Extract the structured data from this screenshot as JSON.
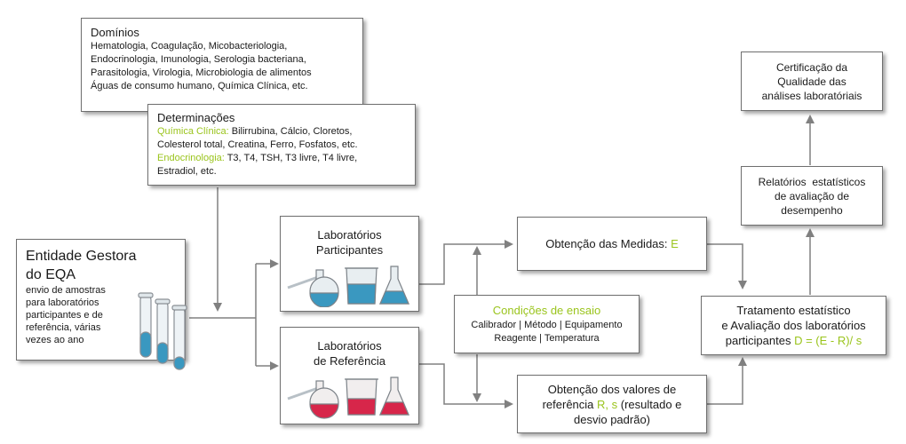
{
  "colors": {
    "accent_green": "#9ac41c",
    "border": "#6f6f6f",
    "arrow": "#808080",
    "liquid_blue": "#3a98c0",
    "liquid_red": "#d7264a"
  },
  "dominios": {
    "title": "Domínios",
    "lines": [
      "Hematologia, Coagulação, Micobacteriologia,",
      "Endocrinologia, Imunologia,  Serologia bacteriana,",
      "Parasitologia,  Virologia, Microbiologia de alimentos",
      "Águas de consumo humano, Química Clínica, etc."
    ]
  },
  "determinacoes": {
    "title": "Determinações",
    "qc_label": "Química Clínica:",
    "qc_text": " Bilirrubina, Cálcio, Cloretos,",
    "qc_line2": "Colesterol total, Creatina, Ferro, Fosfatos, etc.",
    "endo_label": "Endocrinologia:",
    "endo_text": " T3, T4, TSH, T3 livre, T4 livre,",
    "endo_line2": "Estradiol, etc."
  },
  "entidade": {
    "title1": "Entidade Gestora",
    "title2": "do EQA",
    "lines": [
      "envio de amostras",
      "para laboratórios",
      "participantes e de",
      "referência, várias",
      "vezes ao ano"
    ],
    "icon": "test-tubes-icon"
  },
  "participantes": {
    "line1": "Laboratórios",
    "line2": "Participantes",
    "icon": "glassware-blue-icon"
  },
  "referencia": {
    "line1": "Laboratórios",
    "line2": "de Referência",
    "icon": "glassware-red-icon"
  },
  "medidas": {
    "text": "Obtenção das Medidas: ",
    "var": "E"
  },
  "condicoes": {
    "title": "Condições de ensaio",
    "line1": "Calibrador | Método | Equipamento",
    "line2": "Reagente | Temperatura"
  },
  "valores_ref": {
    "line1": "Obtenção dos valores de",
    "line2a": "referência ",
    "var": "R, s",
    "line2b": " (resultado e",
    "line3": "desvio padrão)"
  },
  "tratamento": {
    "line1": "Tratamento estatístico",
    "line2": "e Avaliação dos laboratórios",
    "line3a": "participantes ",
    "formula": "D = (E - R)/ s"
  },
  "relatorios": {
    "lines": [
      "Relatórios  estatísticos",
      "de avaliação de",
      "desempenho"
    ]
  },
  "certificacao": {
    "lines": [
      "Certificação da",
      "Qualidade das",
      "análises laboratóriais"
    ]
  }
}
